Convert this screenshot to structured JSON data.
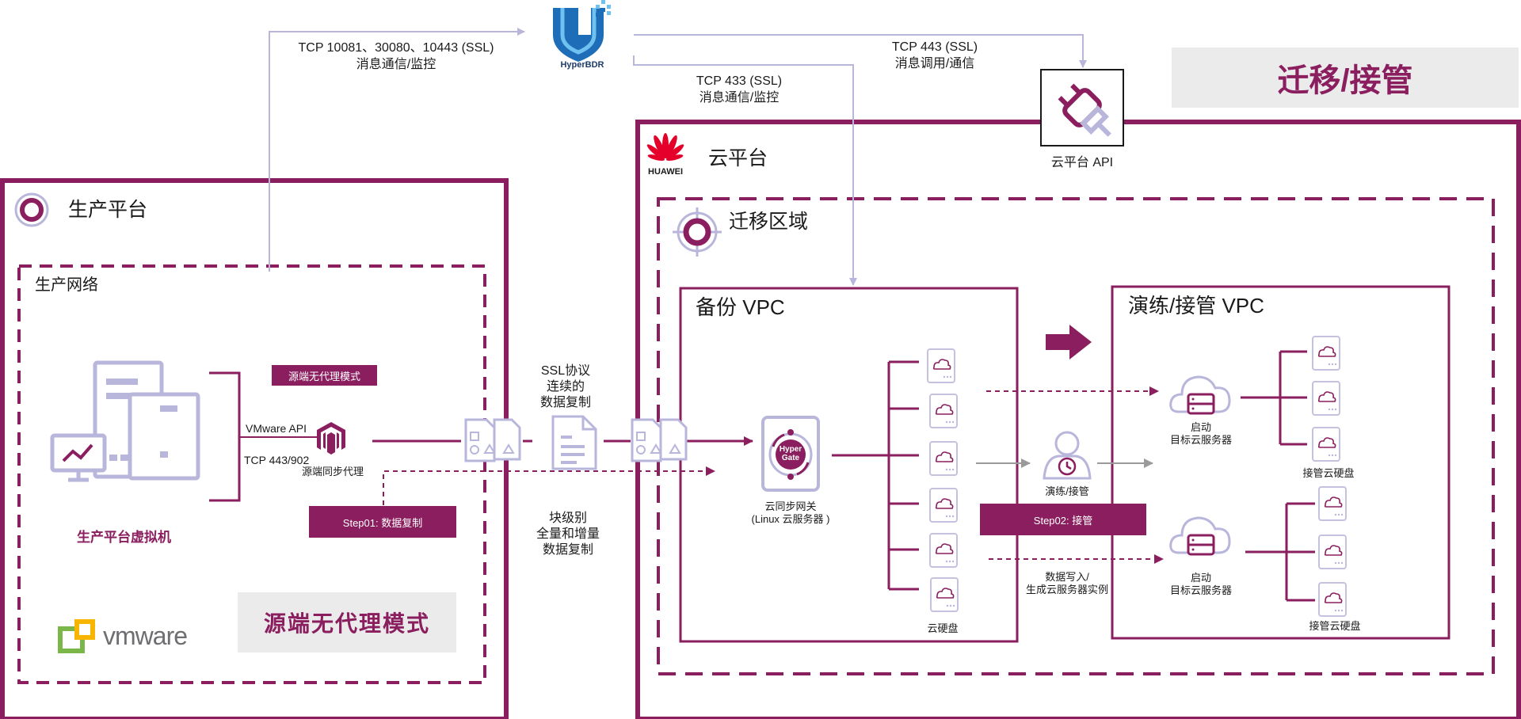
{
  "colors": {
    "accent": "#8a1e5e",
    "lavender": "#b9b6dc",
    "gray_panel": "#ebebeb"
  },
  "title_box": "迁移/接管",
  "hyperbdr": {
    "label": "HyperBDR",
    "icon": "shield-icon"
  },
  "links": {
    "left_ports": "TCP 10081、30080、10443 (SSL)",
    "left_desc": "消息通信/监控",
    "right_port": "TCP 443 (SSL)",
    "right_desc": "消息调用/通信",
    "mid_port": "TCP 433 (SSL)",
    "mid_desc": "消息通信/监控"
  },
  "cloud_api": {
    "label": "云平台 API",
    "icon": "plug-icon"
  },
  "production": {
    "title": "生产平台",
    "network": "生产网络",
    "vm_label": "生产平台虚拟机",
    "agentless_tag": "源端无代理模式",
    "vmware_api": "VMware API",
    "tcp_ports": "TCP  443/902",
    "sync_proxy": "源端同步代理",
    "step01": "Step01: 数据复制",
    "mode_box": "源端无代理模式",
    "vmware_logo": "vmware"
  },
  "transfer": {
    "ssl_lines": [
      "SSL协议",
      "连续的",
      "数据复制"
    ],
    "block_lines": [
      "块级别",
      "全量和增量",
      "数据复制"
    ]
  },
  "cloud": {
    "vendor": "HUAWEI",
    "title": "云平台",
    "region": "迁移区域",
    "backup_vpc": "备份 VPC",
    "gateway_inner": [
      "Hyper",
      "Gate"
    ],
    "gateway_label": [
      "云同步网关",
      "(Linux 云服务器 )"
    ],
    "cloud_disk": "云硬盘",
    "drill_vpc": "演练/接管 VPC",
    "drill_person": "演练/接管",
    "step02": "Step02: 接管",
    "write_lines": [
      "数据写入/",
      "生成云服务器实例"
    ],
    "start_server_1": [
      "启动",
      "目标云服务器"
    ],
    "start_server_2": [
      "启动",
      "目标云服务器"
    ],
    "takeover_disk_1": "接管云硬盘",
    "takeover_disk_2": "接管云硬盘"
  }
}
